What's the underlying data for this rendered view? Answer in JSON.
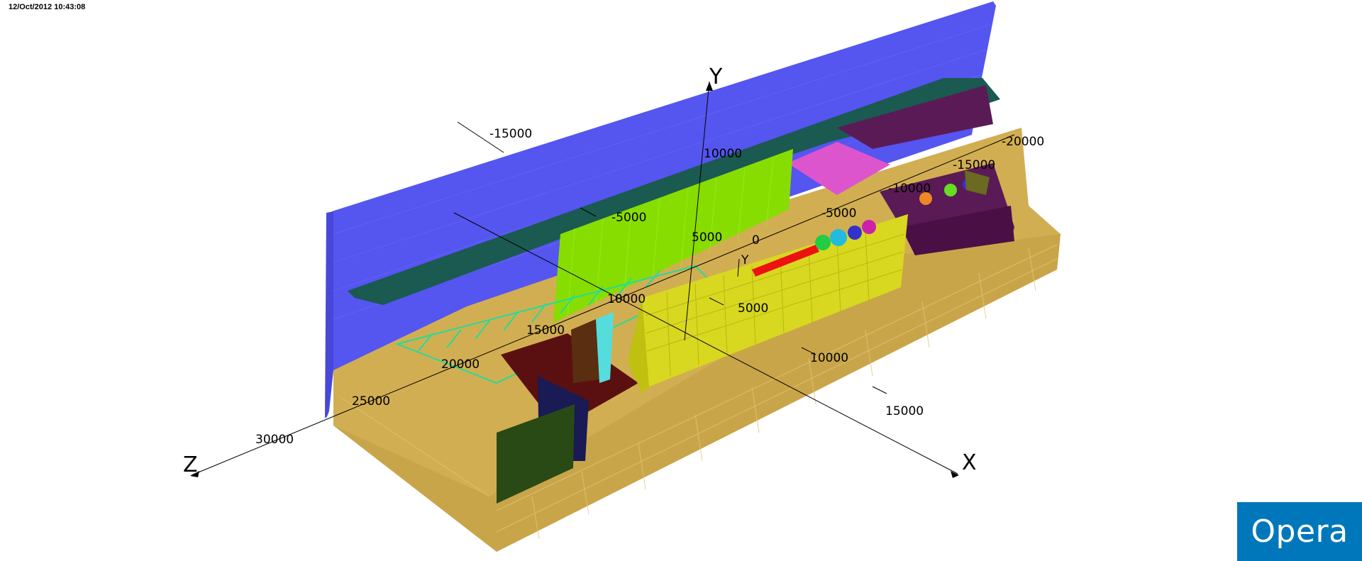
{
  "header": {
    "timestamp": "12/Oct/2012 10:43:08"
  },
  "axes": {
    "x": {
      "name": "X",
      "ticks": [
        "5000",
        "10000",
        "15000"
      ]
    },
    "y": {
      "name": "Y",
      "small_name": "Y",
      "ticks": [
        "5000",
        "10000"
      ]
    },
    "z": {
      "name": "Z",
      "ticks": [
        "-15000",
        "-5000",
        "0",
        "10000",
        "15000",
        "20000",
        "25000",
        "30000"
      ]
    },
    "far": {
      "ticks": [
        "-20000",
        "-15000",
        "-10000",
        "-5000"
      ]
    }
  },
  "scene": {
    "colors": {
      "wall": "#5555f0",
      "wall_edge": "#4848d8",
      "floor_top": "#d2ae52",
      "floor_side": "#c9a54a",
      "beam": "#1a5a50",
      "beam_dark": "#104840",
      "green_panel": "#88dd00",
      "yellow_panel": "#d8d820",
      "yellow_grid": "#b8b810",
      "mesh": "#22dd99",
      "purple": "#5a1a55",
      "pink": "#dd55cc",
      "brown": "#5a1010",
      "navy": "#1a1a55",
      "dark_green": "#2a4a15",
      "cyan": "#55dddd",
      "red": "#ee1111"
    }
  },
  "logo": {
    "text": "Opera",
    "color": "#0077bb"
  }
}
